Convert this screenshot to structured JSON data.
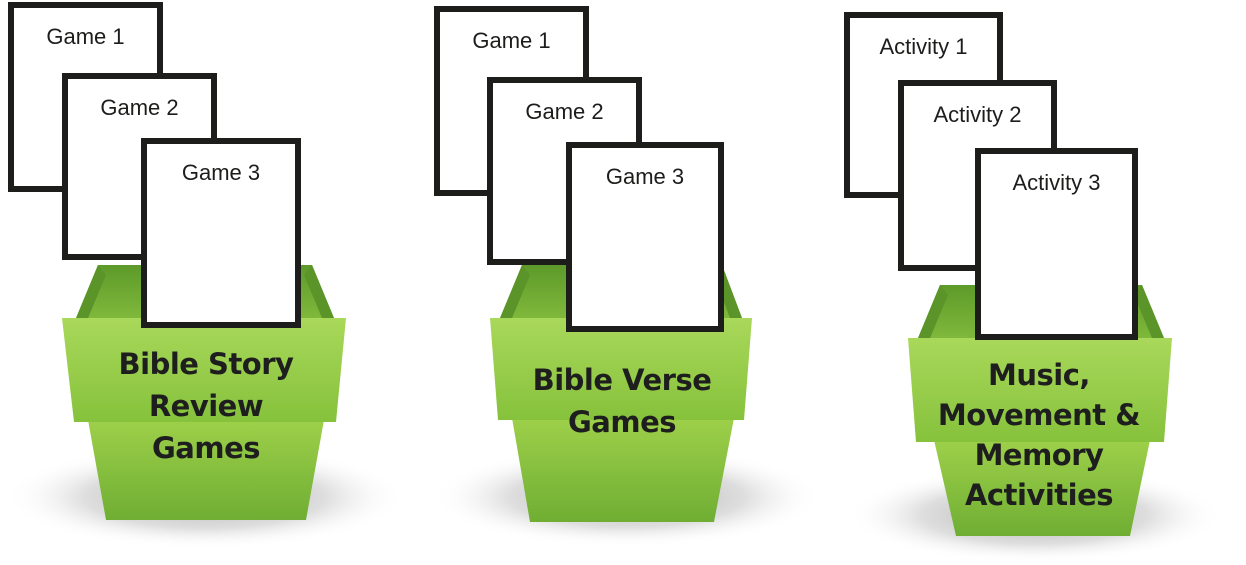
{
  "colors": {
    "bin_light": "#8dc63f",
    "bin_dark": "#5f9a2c",
    "card_border": "#1d1d1b",
    "label": "#1e1e1e"
  },
  "bins": [
    {
      "cards": [
        "Game 1",
        "Game 2",
        "Game 3"
      ],
      "label": [
        "Bible Story",
        "Review",
        "Games"
      ]
    },
    {
      "cards": [
        "Game 1",
        "Game 2",
        "Game 3"
      ],
      "label": [
        "Bible Verse",
        "Games"
      ]
    },
    {
      "cards": [
        "Activity 1",
        "Activity 2",
        "Activity 3"
      ],
      "label": [
        "Music,",
        "Movement &",
        "Memory",
        "Activities"
      ]
    }
  ]
}
